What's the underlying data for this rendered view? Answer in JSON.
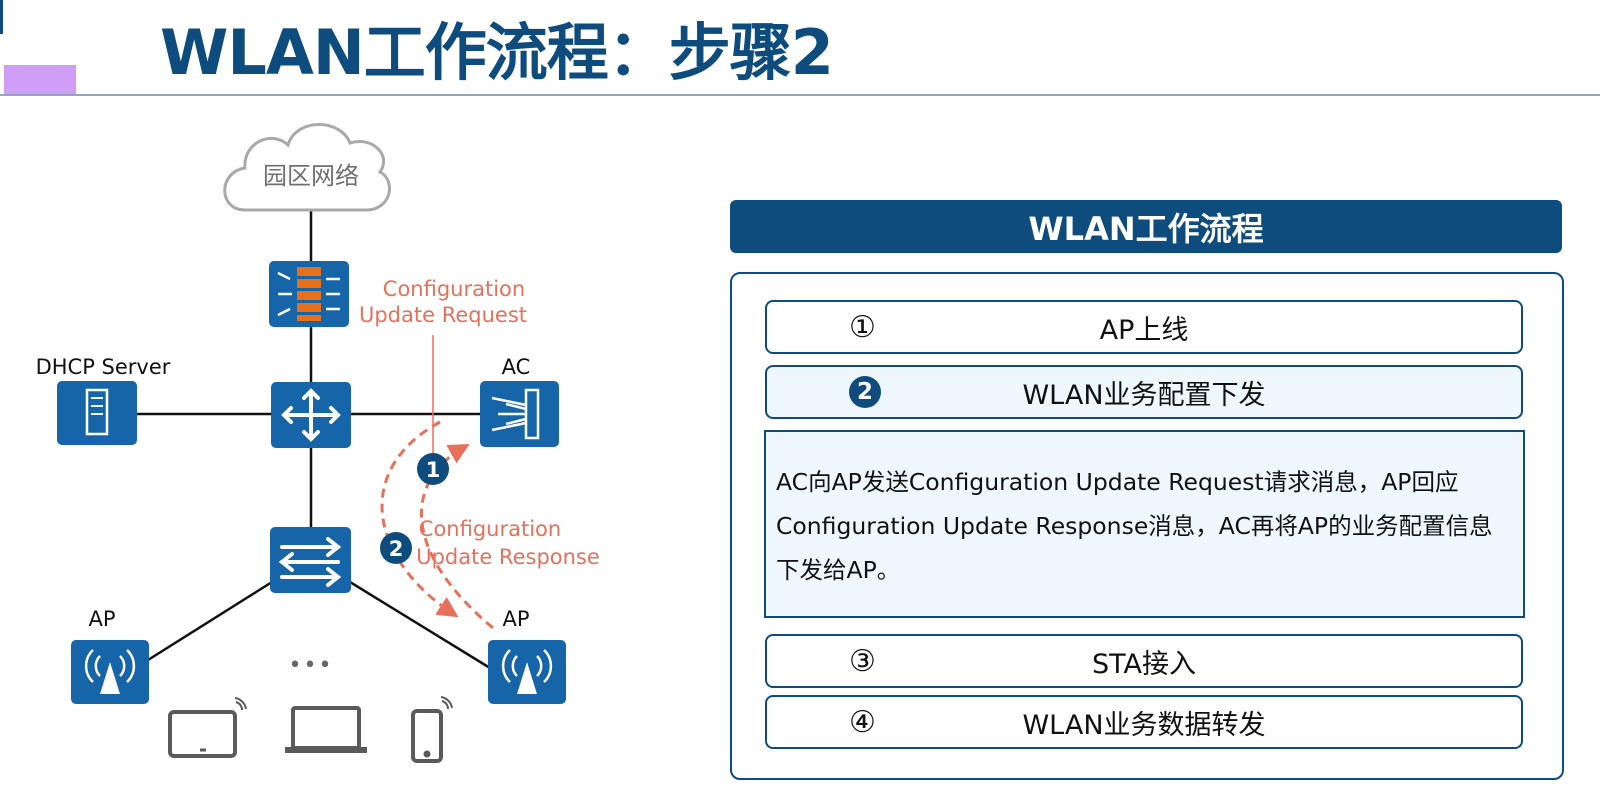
{
  "title": "WLAN工作流程：步骤2",
  "diagram": {
    "cloud_label": "园区网络",
    "dhcp_label": "DHCP Server",
    "ac_label": "AC",
    "ap_left_label": "AP",
    "ap_right_label": "AP",
    "request_line1": "Configuration",
    "request_line2": "Update Request",
    "response_line1": "Configuration",
    "response_line2": "Update Response",
    "marker1": "1",
    "marker2": "2",
    "ellipsis": "•••",
    "colors": {
      "brand": "#0e4c7e",
      "device": "#1565a8",
      "annotation": "#e8705a",
      "firewall_bricks": "#e8701a"
    }
  },
  "panel": {
    "header": "WLAN工作流程",
    "steps": [
      {
        "num": "①",
        "label": "AP上线"
      },
      {
        "num": "2",
        "label": "WLAN业务配置下发"
      },
      {
        "num": "③",
        "label": "STA接入"
      },
      {
        "num": "④",
        "label": "WLAN业务数据转发"
      }
    ],
    "description": "AC向AP发送Configuration Update Request请求消息，AP回应Configuration Update Response消息，AC再将AP的业务配置信息下发给AP。"
  }
}
